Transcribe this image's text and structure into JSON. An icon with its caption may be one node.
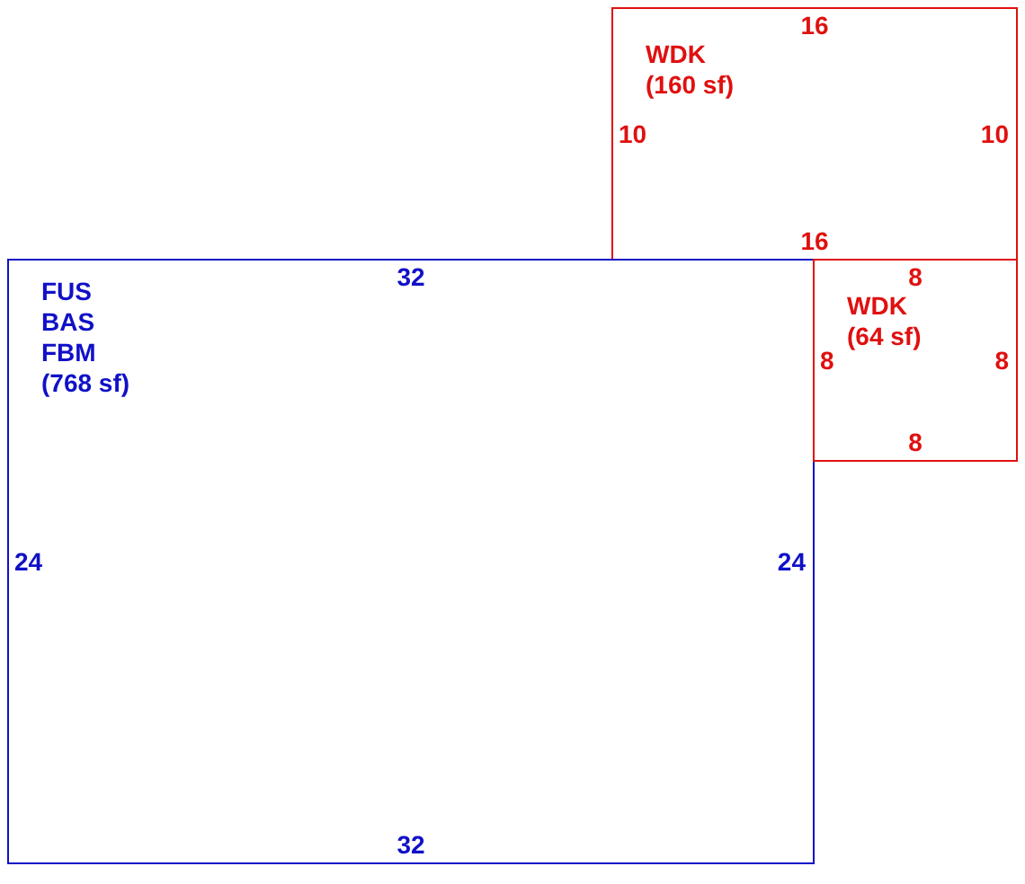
{
  "diagram": {
    "nodes": [
      {
        "text": [
          "WDK",
          "(160 sf)",
          "16",
          "10",
          "10",
          "16"
        ]
      },
      {
        "text": [
          "FUS",
          "BAS",
          "FBM",
          "(768 sf)",
          "32",
          "24",
          "24",
          "32"
        ]
      },
      {
        "text": [
          "WDK",
          "(64 sf)",
          "8",
          "8",
          "8",
          "8"
        ]
      }
    ]
  }
}
